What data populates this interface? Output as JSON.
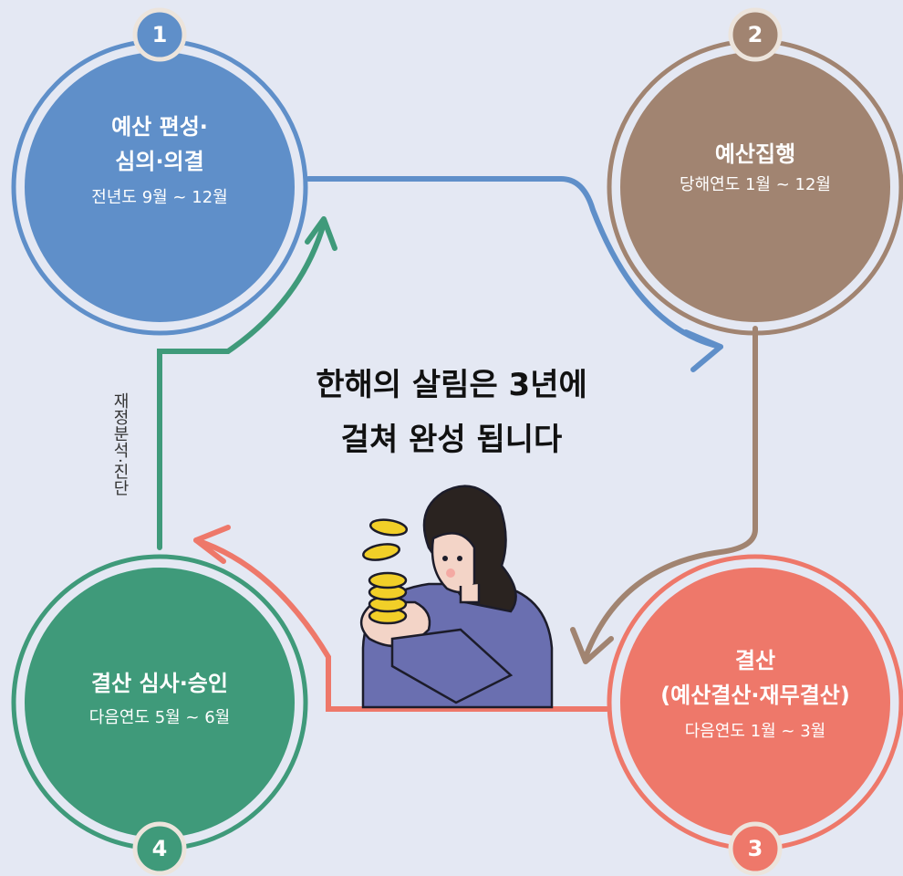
{
  "center_title": [
    "한해의 살림은 3년에",
    "걸쳐 완성 됩니다"
  ],
  "side_label": "재정분석·진단",
  "steps": [
    {
      "number": "1",
      "title_lines": [
        "예산 편성·",
        "심의·의결"
      ],
      "period": "전년도 9월 ~ 12월",
      "color": "#5f8fc9"
    },
    {
      "number": "2",
      "title_lines": [
        "예산집행"
      ],
      "period": "당해연도 1월 ~ 12월",
      "color": "#a18471"
    },
    {
      "number": "3",
      "title_lines": [
        "결산",
        "(예산결산·재무결산)"
      ],
      "period": "다음연도 1월 ~ 3월",
      "color": "#ee786a"
    },
    {
      "number": "4",
      "title_lines": [
        "결산 심사·승인"
      ],
      "period": "다음연도 5월 ~ 6월",
      "color": "#3f9a7a"
    }
  ],
  "colors": {
    "background": "#e4e8f3",
    "arrow_blue": "#5f8fc9",
    "arrow_brown": "#a18471",
    "arrow_red": "#ee786a",
    "arrow_green": "#3f9a7a"
  }
}
